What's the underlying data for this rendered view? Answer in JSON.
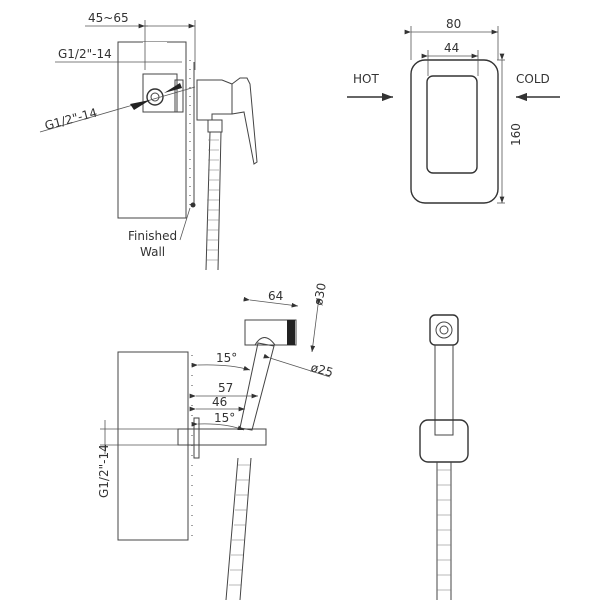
{
  "side_view": {
    "depth_label": "45~65",
    "thread_top_label": "G1/2\"-14",
    "thread_side_label": "G1/2\"-14",
    "finished_label": "Finished",
    "wall_label": "Wall"
  },
  "front_plate": {
    "width_label": "80",
    "inner_width_label": "44",
    "height_label": "160",
    "hot_label": "HOT",
    "cold_label": "COLD"
  },
  "sprayer_view": {
    "length_label": "64",
    "head_dia_label": "ø30",
    "body_dia_label": "ø25",
    "angle_top_label": "15°",
    "outer_len_label": "57",
    "inner_len_label": "46",
    "angle_bottom_label": "15°",
    "thread_label": "G1/2\"-14"
  }
}
